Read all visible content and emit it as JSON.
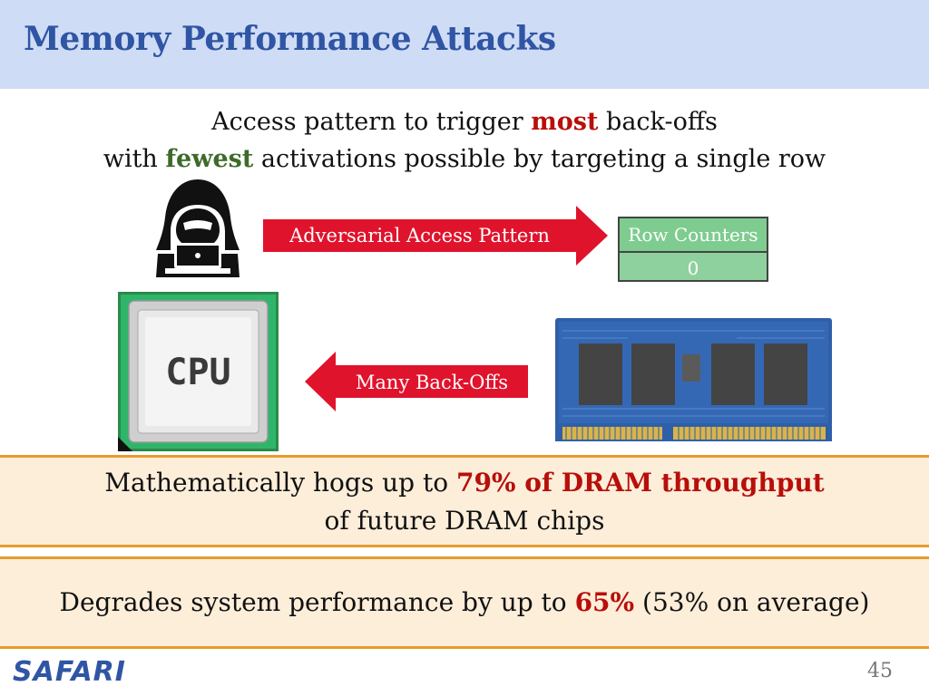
{
  "slide": {
    "title": "Memory Performance Attacks",
    "subtitle": {
      "line1_pre": "Access pattern to trigger ",
      "line1_emph": "most",
      "line1_post": " back-offs",
      "line2_pre": "with ",
      "line2_emph": "fewest",
      "line2_post": " activations possible by targeting a single row"
    },
    "diagram": {
      "arrow_to_memory_label": "Adversarial Access Pattern",
      "arrow_to_cpu_label": "Many Back-Offs",
      "row_counters": {
        "header": "Row Counters",
        "value": "0"
      },
      "cpu_chip_text": "CPU",
      "icons": [
        "hacker-icon",
        "cpu-icon",
        "dram-module-icon"
      ]
    },
    "callout1": {
      "line1_pre": "Mathematically hogs up to ",
      "line1_emph": "79% of DRAM throughput",
      "line2": "of future DRAM chips"
    },
    "callout2": {
      "pre": "Degrades system performance by up to ",
      "emph": "65%",
      "post": " (53% on average)"
    },
    "footer": {
      "logo": "SAFARI",
      "page_number": "45"
    },
    "colors": {
      "title_blue": "#2f55a4",
      "title_bar_bg": "#cfdcf5",
      "emphasis_red": "#b80f0a",
      "emphasis_green": "#3d6b2a",
      "arrow_red": "#e0132c",
      "counter_green": "#7ecc8f",
      "callout_bg": "#fdeeda",
      "callout_border": "#e69b2e"
    }
  }
}
